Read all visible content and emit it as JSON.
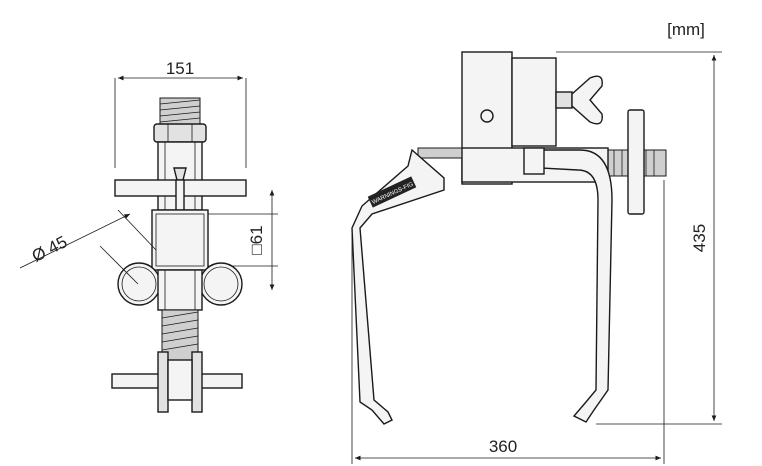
{
  "units_label": "[mm]",
  "dimensions": {
    "front_width": "151",
    "tube_diameter": "Ø 45",
    "square_section": "□61",
    "total_height": "435",
    "total_width": "360"
  },
  "clamp_label": "WARNINGS-FIG"
}
